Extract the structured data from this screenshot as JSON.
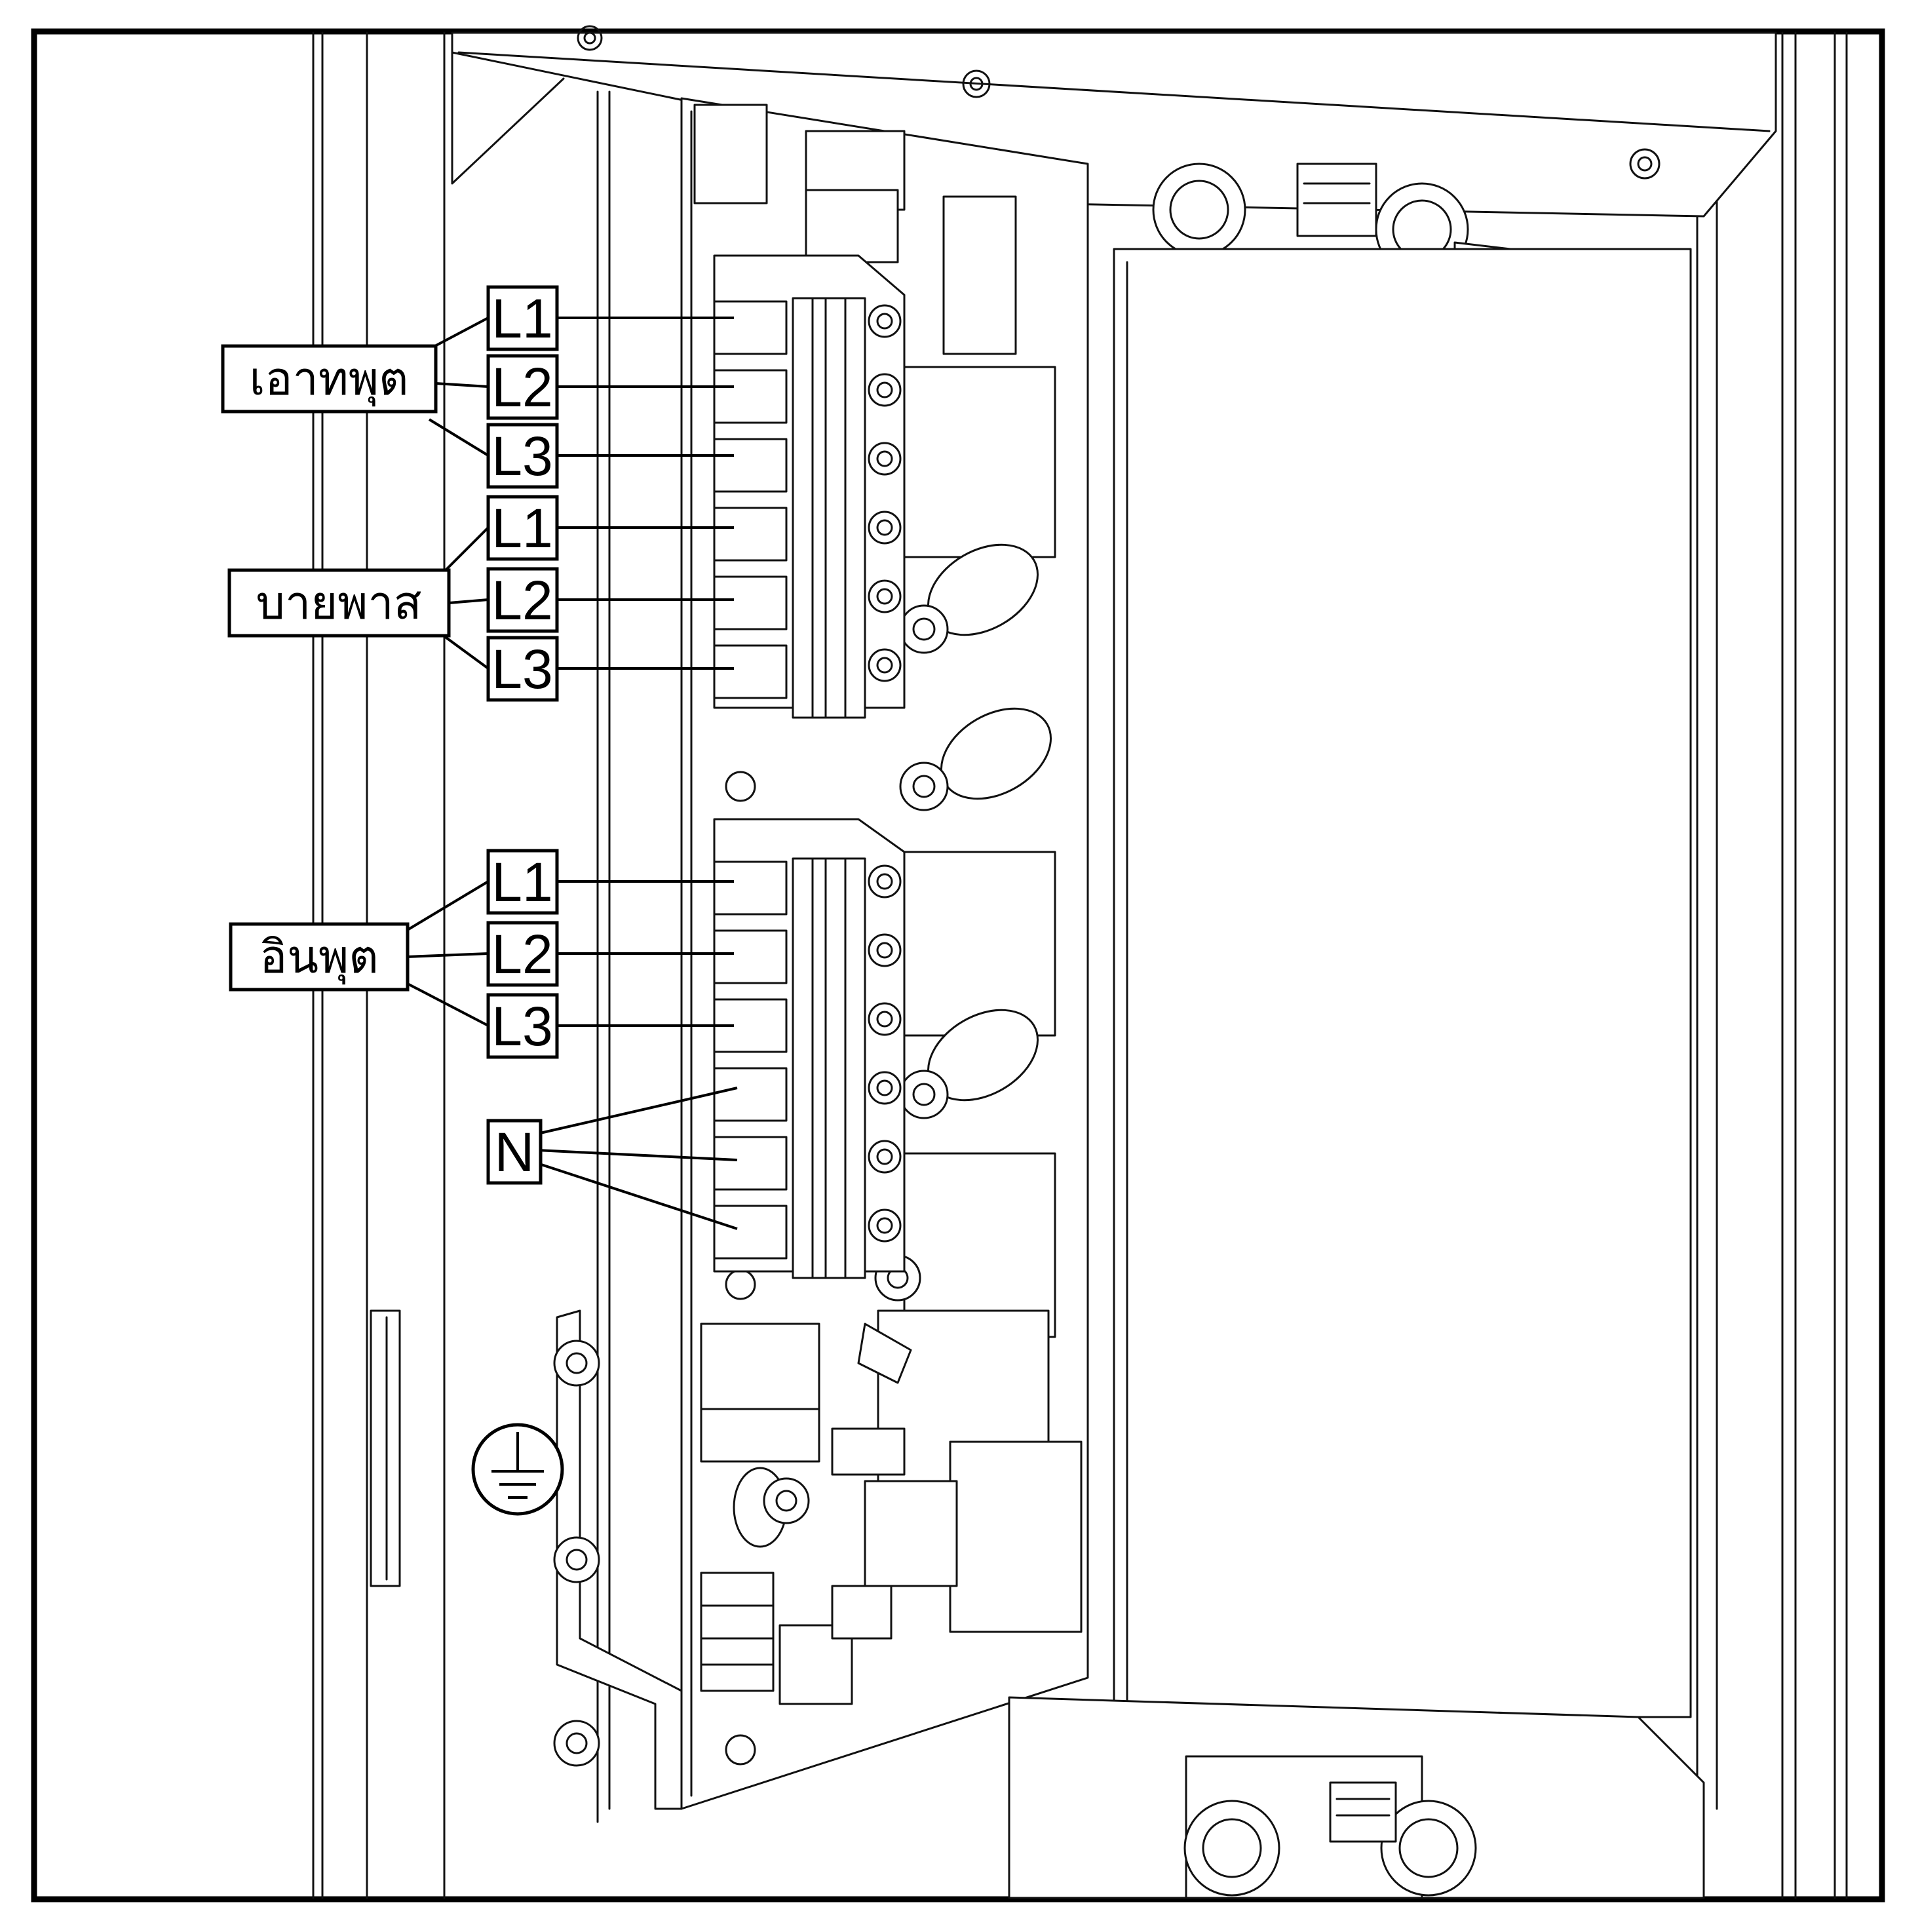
{
  "groups": [
    {
      "label": "เอาทพุต",
      "terminals": [
        "L1",
        "L2",
        "L3"
      ]
    },
    {
      "label": "บายพาส",
      "terminals": [
        "L1",
        "L2",
        "L3"
      ]
    },
    {
      "label": "อินพุต",
      "terminals": [
        "L1",
        "L2",
        "L3"
      ]
    }
  ],
  "neutral": {
    "label": "N"
  },
  "ground": {
    "symbol": "ground-icon"
  }
}
